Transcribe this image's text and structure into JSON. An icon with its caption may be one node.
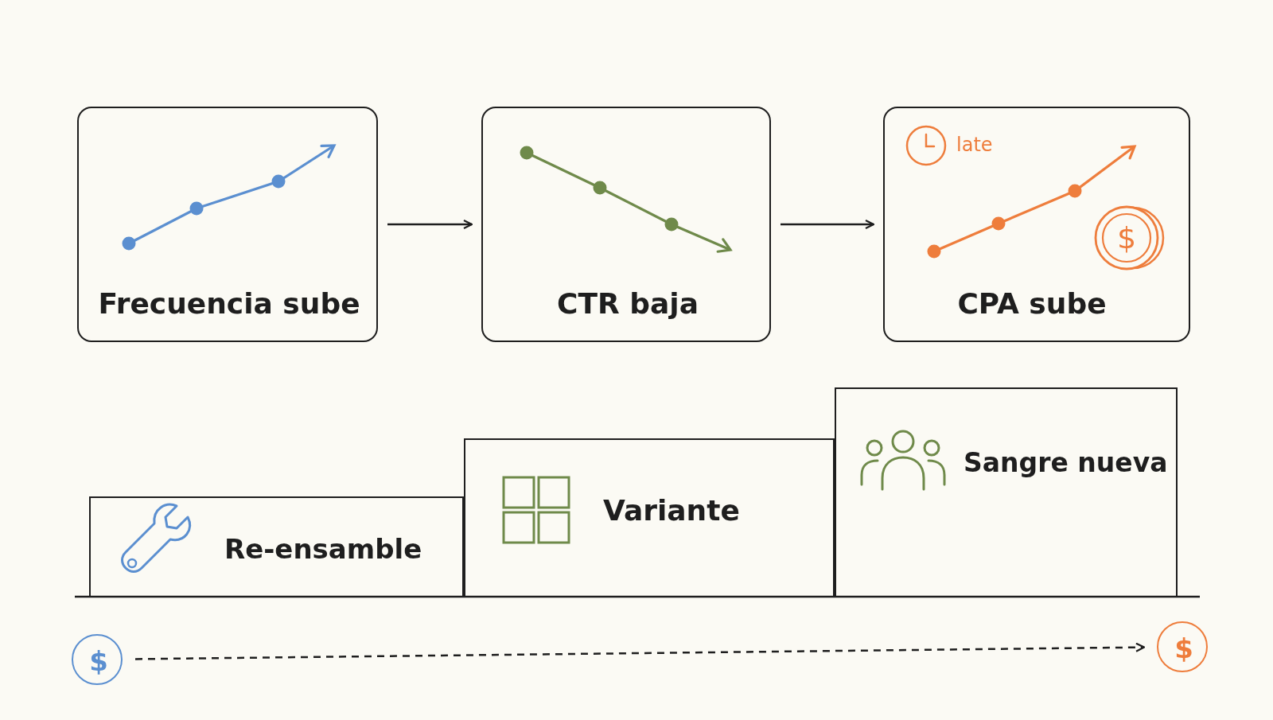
{
  "diagram": {
    "nodes": [
      {
        "text": [
          "Frecuencia sube"
        ]
      },
      {
        "text": [
          "CTR baja"
        ]
      },
      {
        "text": [
          "late",
          "CPA sube"
        ]
      },
      {
        "text": [
          "Re-ensamble"
        ]
      },
      {
        "text": [
          "Variante"
        ]
      },
      {
        "text": [
          "Sangre nueva"
        ]
      },
      {
        "text": [
          "$"
        ]
      },
      {
        "text": [
          "$"
        ]
      }
    ],
    "edges": [
      {
        "from": 0,
        "to": 1,
        "arrow": "to"
      },
      {
        "from": 1,
        "to": 2,
        "arrow": "to"
      },
      {
        "from": 6,
        "to": 7,
        "arrow": "to",
        "style": "dashed"
      }
    ],
    "labels": [
      "$"
    ]
  }
}
